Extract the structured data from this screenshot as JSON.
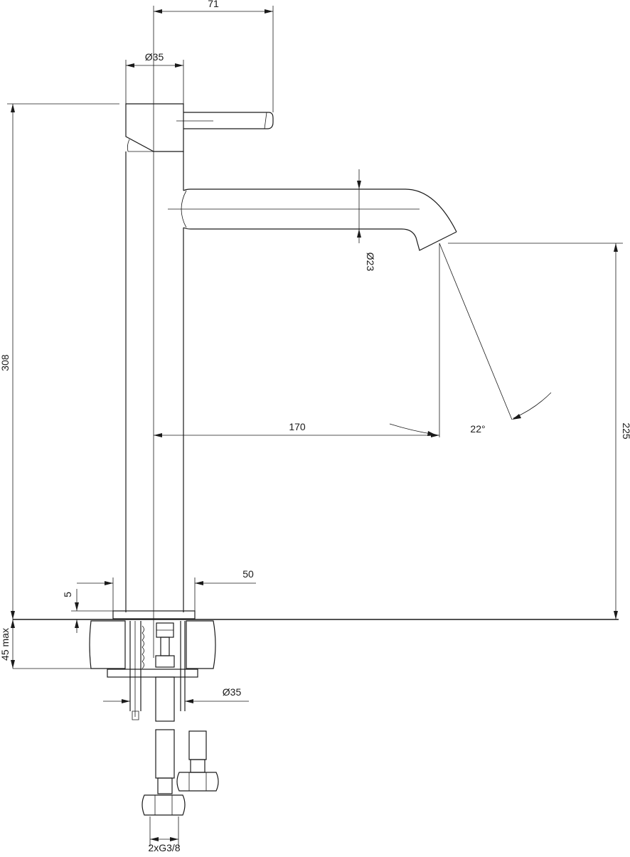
{
  "drawing": {
    "dimensions": {
      "handle_reach": "71",
      "body_diameter": "Ø35",
      "total_height": "308",
      "spout_diameter": "Ø23",
      "spout_reach": "170",
      "outlet_angle": "22°",
      "outlet_height": "225",
      "base_diameter": "50",
      "base_thickness": "5",
      "counter_thickness": "45 max",
      "shank_diameter": "Ø35",
      "connectors": "2xG3/8"
    },
    "colors": {
      "line": "#1a1a1a",
      "background": "#ffffff"
    }
  }
}
